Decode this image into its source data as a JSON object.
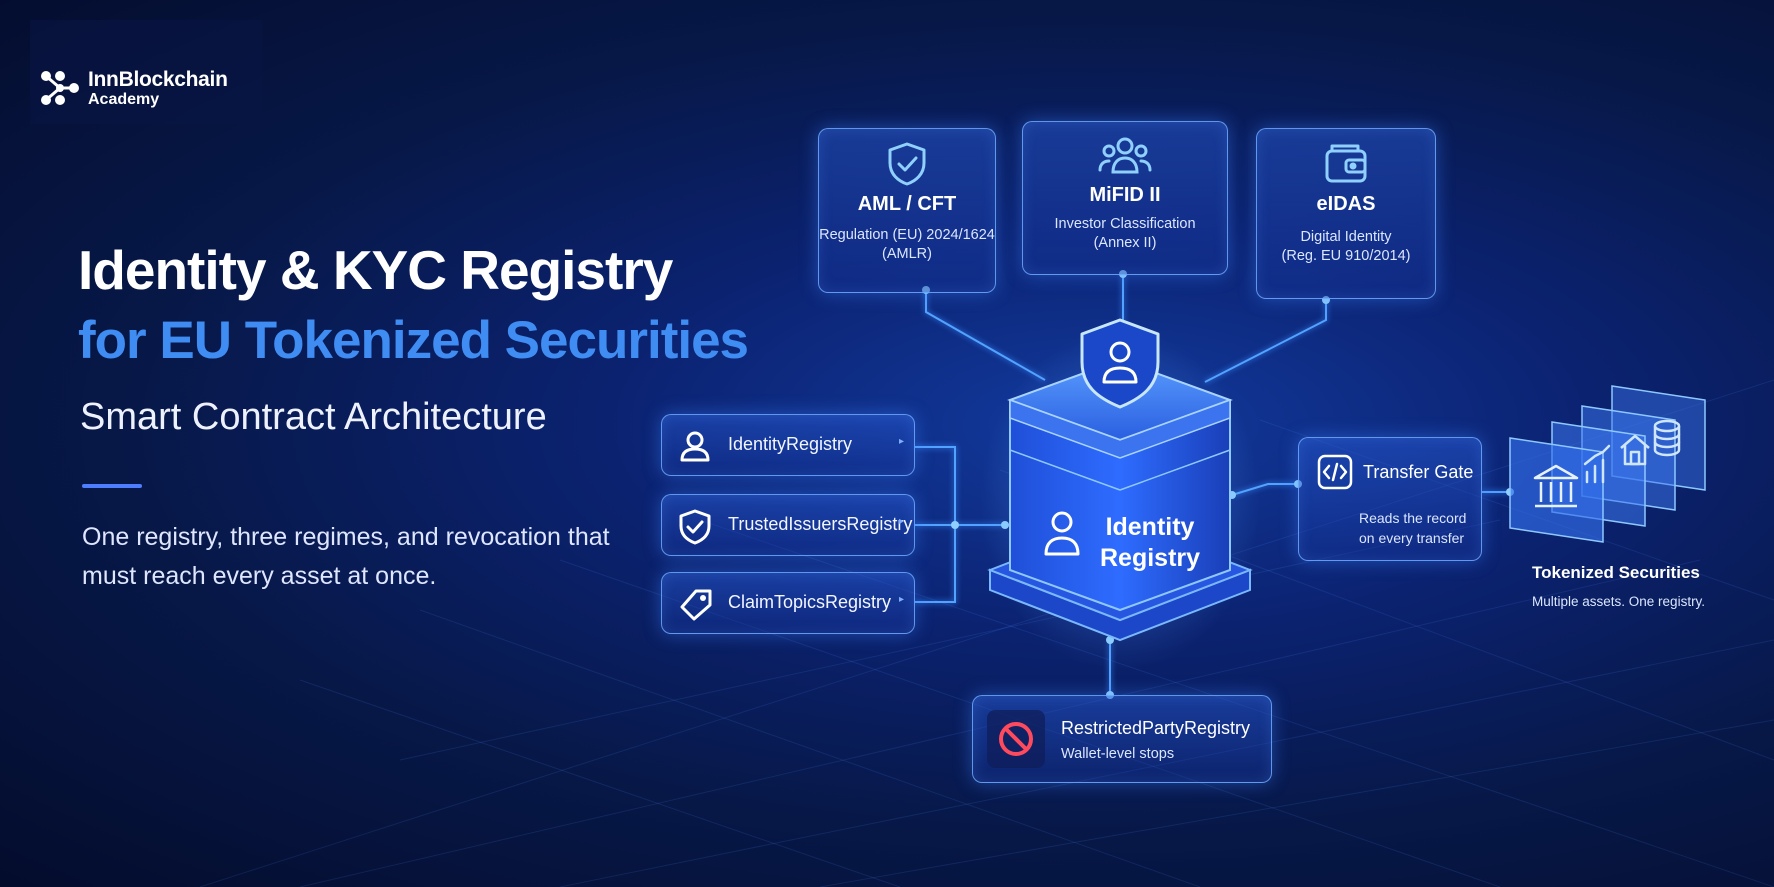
{
  "brand": {
    "line1": "InnBlockchain",
    "line2": "Academy"
  },
  "headline": {
    "title_line1": "Identity & KYC Registry",
    "title_line2": "for EU Tokenized Securities",
    "subtitle": "Smart Contract Architecture",
    "tagline": "One registry, three regimes, and revocation that must reach every asset at once."
  },
  "regulations": [
    {
      "name": "AML / CFT",
      "line1": "Regulation (EU) 2024/1624",
      "line2": "(AMLR)",
      "icon": "shield-check-icon"
    },
    {
      "name": "MiFID II",
      "line1": "Investor Classification",
      "line2": "(Annex II)",
      "icon": "users-icon"
    },
    {
      "name": "eIDAS",
      "line1": "Digital Identity",
      "line2": "(Reg. EU 910/2014)",
      "icon": "wallet-icon"
    }
  ],
  "side_registries": [
    {
      "label": "IdentityRegistry",
      "icon": "user-icon"
    },
    {
      "label": "TrustedIssuersRegistry",
      "icon": "shield-check-icon"
    },
    {
      "label": "ClaimTopicsRegistry",
      "icon": "tag-icon"
    }
  ],
  "hub": {
    "line1": "Identity",
    "line2": "Registry",
    "icon": "user-shield-icon"
  },
  "transfer_gate": {
    "title": "Transfer Gate",
    "line1": "Reads the record",
    "line2": "on every transfer",
    "icon": "code-icon"
  },
  "restricted": {
    "title": "RestrictedPartyRegistry",
    "desc": "Wallet-level stops",
    "icon": "prohibited-icon"
  },
  "tokenized": {
    "title": "Tokenized Securities",
    "desc": "Multiple assets. One registry.",
    "asset_icons": [
      "bank-icon",
      "chart-icon",
      "house-icon",
      "coins-icon"
    ]
  },
  "colors": {
    "background": "#071848",
    "accent_blue": "#3f8cf2",
    "glow": "#5aa8ff",
    "prohibited_red": "#ff4a5e"
  }
}
